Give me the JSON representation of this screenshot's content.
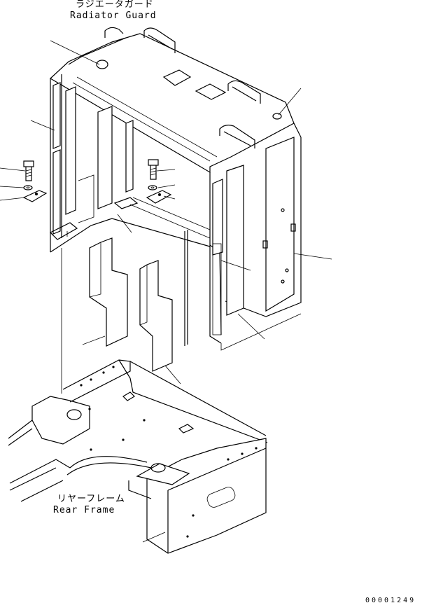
{
  "labels": {
    "radiator_guard_jp": "ラジエータガード",
    "radiator_guard_en": "Radiator Guard",
    "rear_frame_jp": "リヤーフレーム",
    "rear_frame_en": "Rear Frame",
    "drawing_code": "00001249"
  },
  "icons": {
    "bolt": "bolt-icon",
    "washer": "washer-icon",
    "clip": "clip-icon"
  }
}
